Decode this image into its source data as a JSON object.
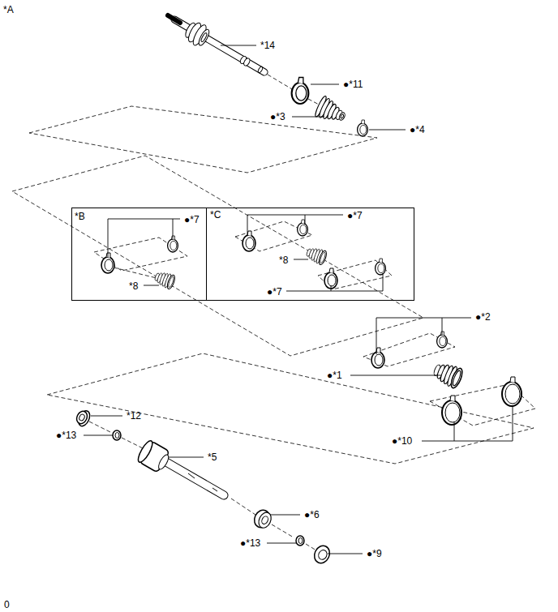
{
  "diagram": {
    "nodes": [
      {
        "text": [
          "*B",
          "●*7",
          "*8"
        ]
      },
      {
        "text": [
          "*C",
          "●*7",
          "*8",
          "●*7"
        ]
      }
    ],
    "labels": [
      "*A",
      "*14",
      "●*11",
      "●*3",
      "●*4",
      "●*2",
      "●*1",
      "*12",
      "●*13",
      "●*10",
      "*5",
      "●*6",
      "●*13",
      "●*9",
      "0"
    ]
  }
}
